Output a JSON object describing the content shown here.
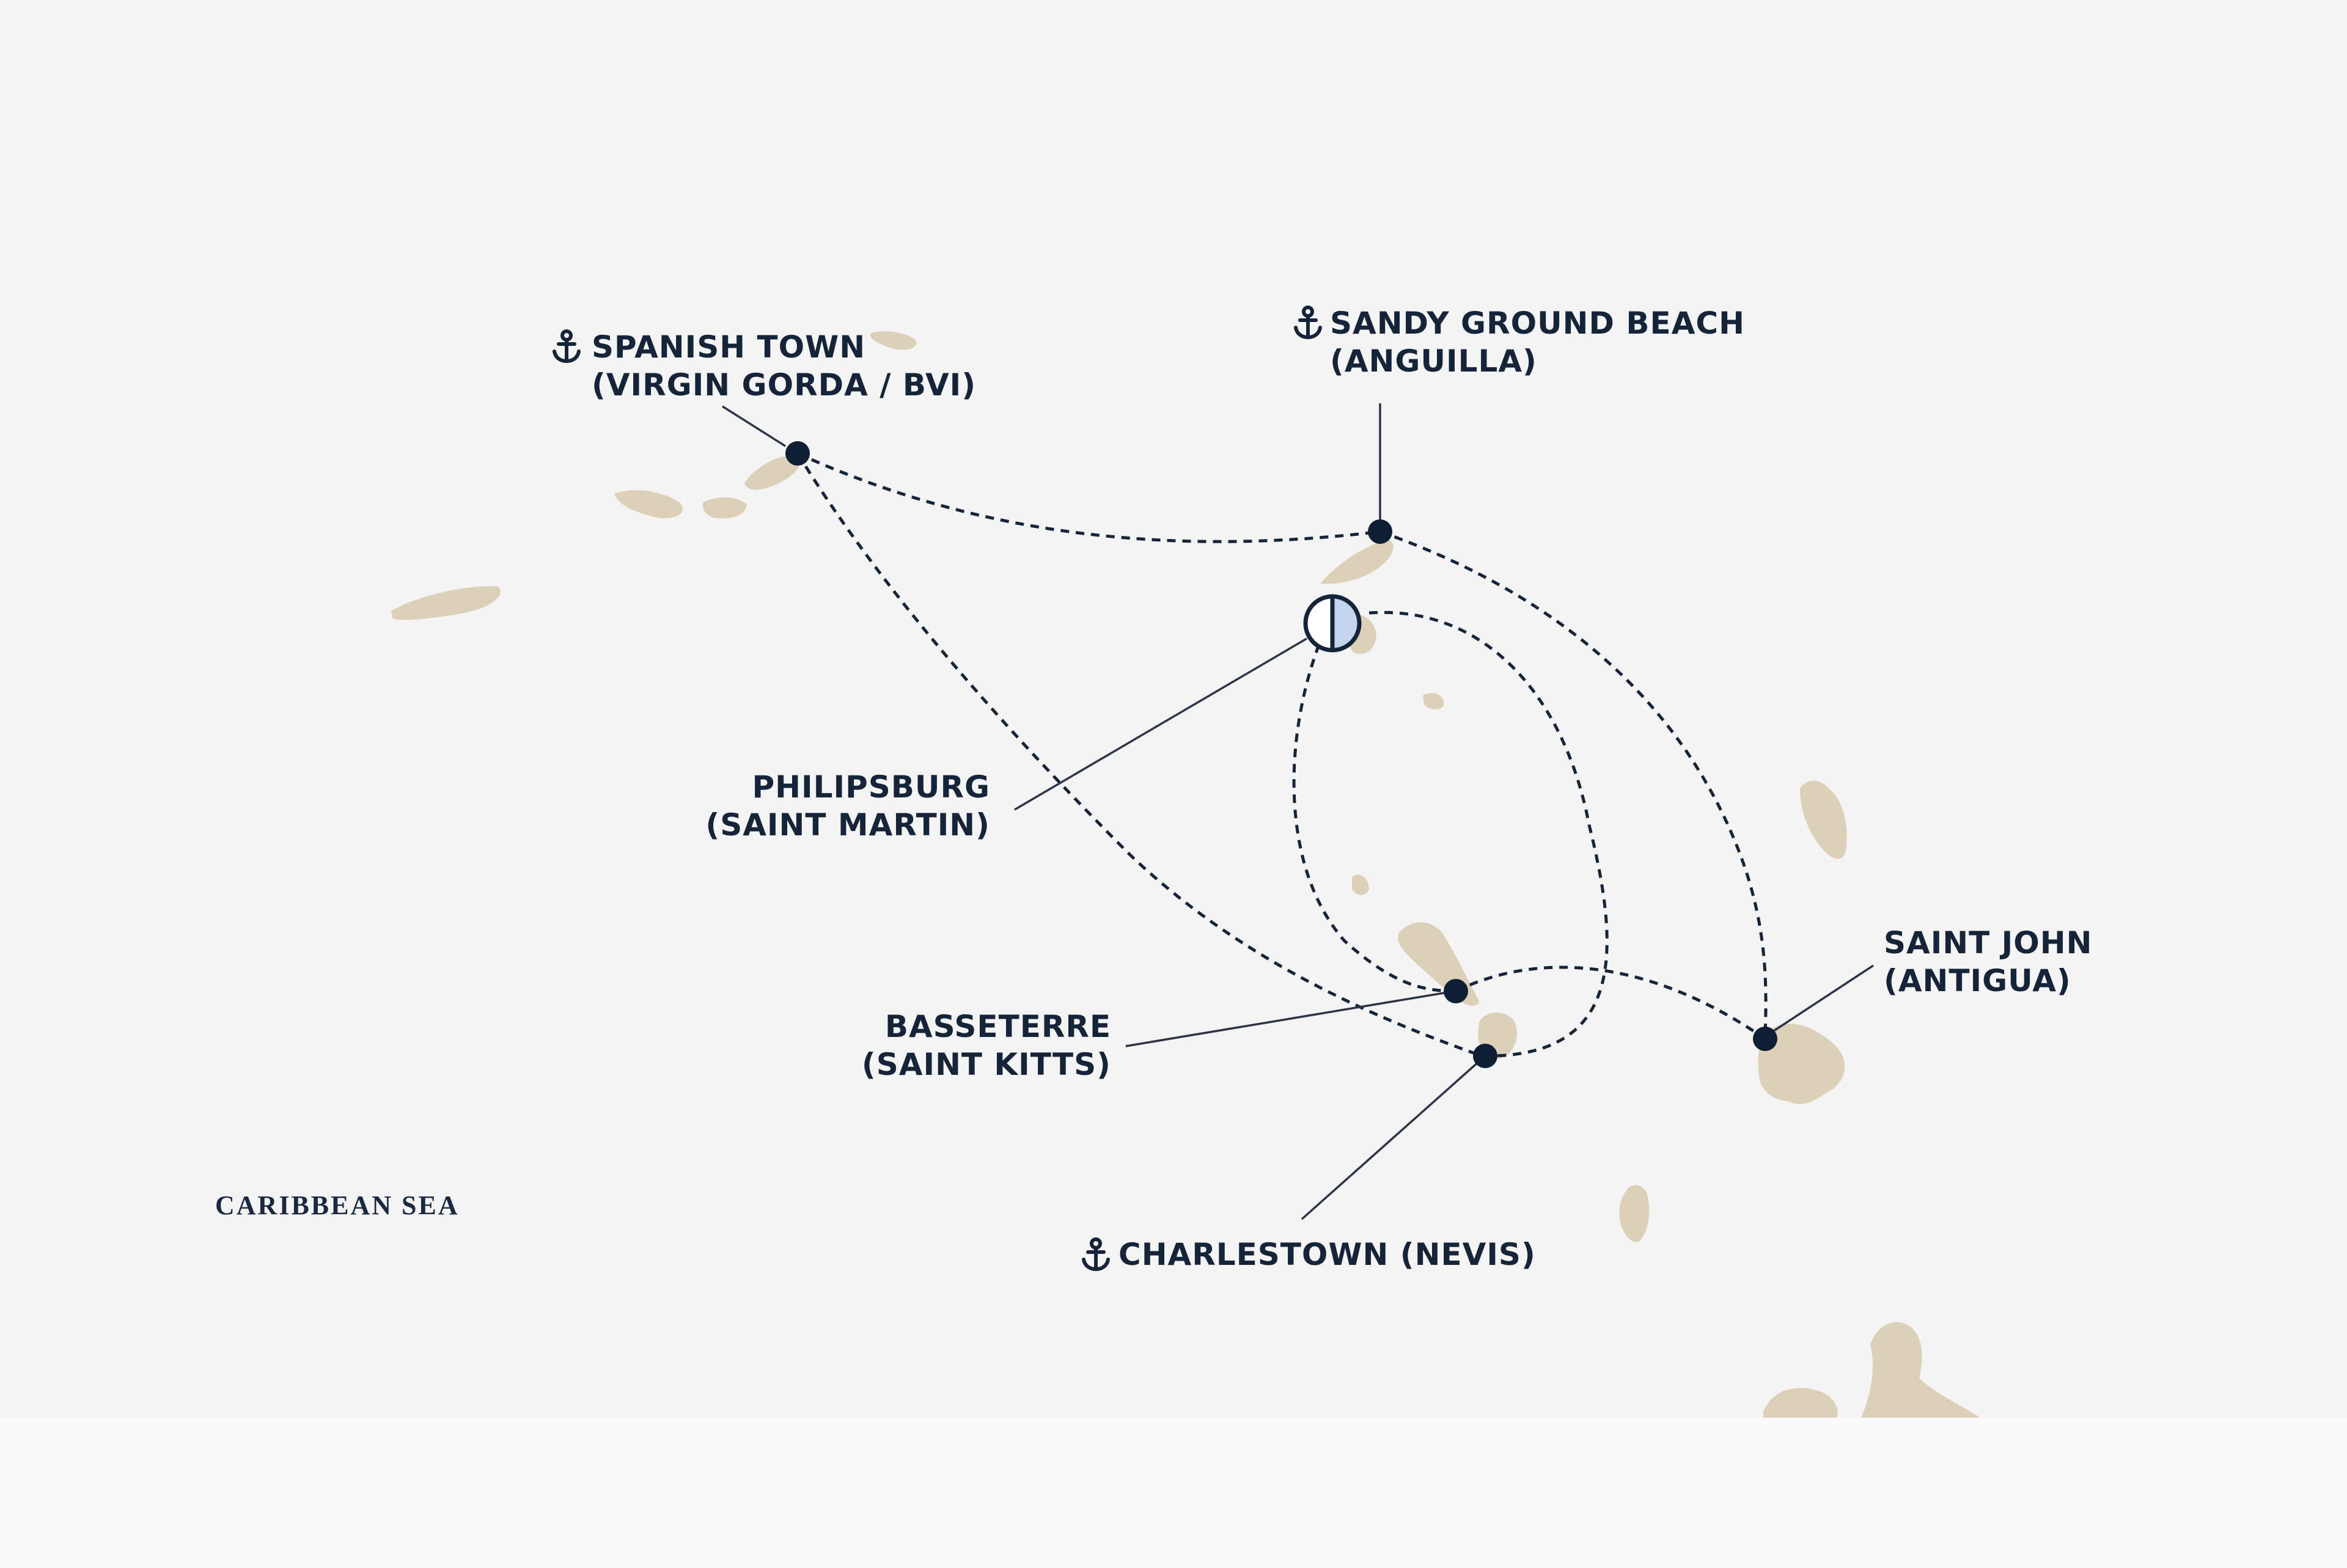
{
  "map": {
    "sea_label": "CARIBBEAN SEA",
    "colors": {
      "background": "#f4f4f4",
      "land": "#ddd0b9",
      "route": "#16243a",
      "embark_marker_fill": "#c3d4ec"
    },
    "ports": [
      {
        "id": "spanish-town",
        "line1": "SPANISH TOWN",
        "line2": "(VIRGIN GORDA / BVI)",
        "tender": true
      },
      {
        "id": "sandy-ground",
        "line1": "SANDY GROUND BEACH",
        "line2": "(ANGUILLA)",
        "tender": true
      },
      {
        "id": "philipsburg",
        "line1": "PHILIPSBURG",
        "line2": "(SAINT MARTIN)",
        "tender": false,
        "embarkation": true
      },
      {
        "id": "saint-john",
        "line1": "SAINT JOHN",
        "line2": "(ANTIGUA)",
        "tender": false
      },
      {
        "id": "basseterre",
        "line1": "BASSETERRE",
        "line2": "(SAINT KITTS)",
        "tender": false
      },
      {
        "id": "charlestown",
        "line1": "CHARLESTOWN (NEVIS)",
        "line2": "",
        "tender": true
      }
    ],
    "icons": {
      "tender_port": "anchor-icon",
      "embarkation_port": "embark-disembark-icon"
    }
  }
}
